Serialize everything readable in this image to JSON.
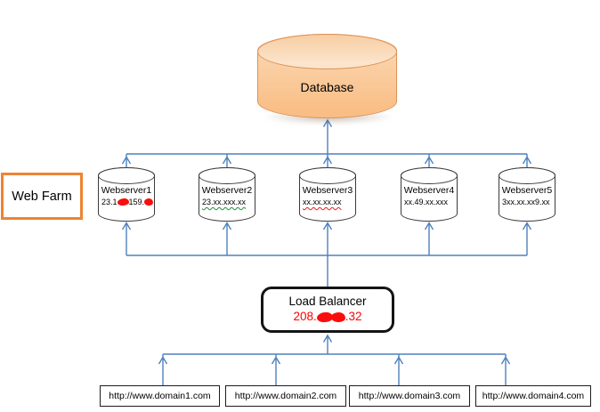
{
  "diagram": {
    "database": {
      "label": "Database"
    },
    "web_farm_label": "Web Farm",
    "webservers": [
      {
        "name": "Webserver1",
        "ip_visible_part1": "23.1",
        "ip_visible_part2": "159.",
        "redaction": "red-scribble"
      },
      {
        "name": "Webserver2",
        "ip": "23.xx.xxx.xx",
        "underline": "green-wavy"
      },
      {
        "name": "Webserver3",
        "ip": "xx.xx.xx.xx",
        "underline": "red-wavy"
      },
      {
        "name": "Webserver4",
        "ip": "xx.49.xx.xxx"
      },
      {
        "name": "Webserver5",
        "ip": "3xx.xx.xx9.xx"
      }
    ],
    "load_balancer": {
      "label": "Load Balancer",
      "ip_visible_prefix": "208.",
      "ip_visible_suffix": ".32",
      "redaction": "red-scribble"
    },
    "domains": [
      "http://www.domain1.com",
      "http://www.domain2.com",
      "http://www.domain3.com",
      "http://www.domain4.com"
    ],
    "edges": [
      {
        "from": "domain1",
        "to": "load-balancer",
        "arrow": "up"
      },
      {
        "from": "domain2",
        "to": "load-balancer",
        "arrow": "up"
      },
      {
        "from": "domain3",
        "to": "load-balancer",
        "arrow": "up"
      },
      {
        "from": "domain4",
        "to": "load-balancer",
        "arrow": "up"
      },
      {
        "from": "load-balancer",
        "to": "webserver1",
        "arrow": "up"
      },
      {
        "from": "load-balancer",
        "to": "webserver2",
        "arrow": "up"
      },
      {
        "from": "load-balancer",
        "to": "webserver3",
        "arrow": "up"
      },
      {
        "from": "load-balancer",
        "to": "webserver4",
        "arrow": "up"
      },
      {
        "from": "load-balancer",
        "to": "webserver5",
        "arrow": "up"
      },
      {
        "from": "webserver1",
        "to": "database",
        "arrow": "up"
      },
      {
        "from": "webserver2",
        "to": "database",
        "arrow": "up"
      },
      {
        "from": "webserver3",
        "to": "database",
        "arrow": "up"
      },
      {
        "from": "webserver4",
        "to": "database",
        "arrow": "up"
      },
      {
        "from": "webserver5",
        "to": "database",
        "arrow": "up"
      }
    ],
    "colors": {
      "connector_blue": "#4F81BD",
      "orange_border": "#EE8433",
      "database_fill": "#F9BE85",
      "database_stroke": "#DD9258",
      "redaction_red": "#FB0D0D",
      "ip_red": "#FE0000",
      "squiggle_green": "#1E8E3E",
      "squiggle_red": "#F01818"
    }
  }
}
